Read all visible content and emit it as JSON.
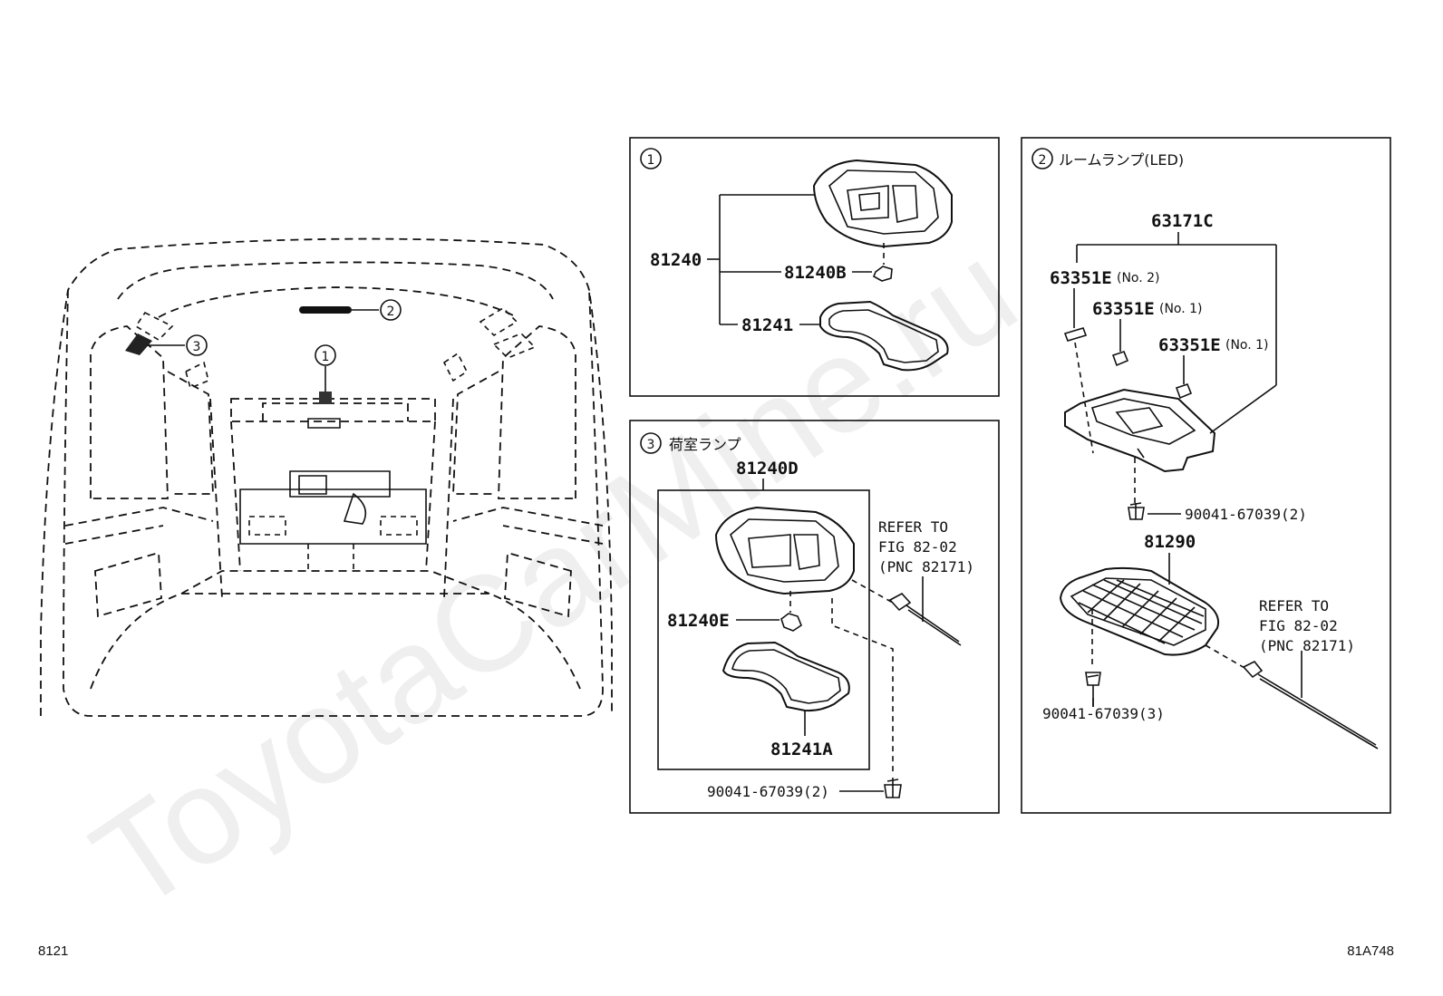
{
  "watermark": "ToyotaCarMine.ru",
  "page_code_left": "8121",
  "page_code_right": "81A748",
  "overview": {
    "callout_1": "1",
    "callout_2": "2",
    "callout_3": "3"
  },
  "panel_1": {
    "index": "1",
    "parts": {
      "p81240": "81240",
      "p81240B": "81240B",
      "p81241": "81241"
    }
  },
  "panel_2": {
    "index": "2",
    "title": "ルームランプ(LED)",
    "parts": {
      "p63171C": "63171C",
      "p63351E_no2": "63351E",
      "p63351E_no2_note": "(No. 2)",
      "p63351E_no1a": "63351E",
      "p63351E_no1a_note": "(No. 1)",
      "p63351E_no1b": "63351E",
      "p63351E_no1b_note": "(No. 1)",
      "screw_top": "90041-67039(2)",
      "p81290": "81290",
      "screw_bottom": "90041-67039(3)",
      "refer_1": "REFER TO",
      "refer_2": "FIG 82-02",
      "refer_3": "(PNC 82171)"
    }
  },
  "panel_3": {
    "index": "3",
    "title": "荷室ランプ",
    "parts": {
      "p81240D": "81240D",
      "p81240E": "81240E",
      "p81241A": "81241A",
      "screw": "90041-67039(2)",
      "refer_1": "REFER TO",
      "refer_2": "FIG 82-02",
      "refer_3": "(PNC 82171)"
    }
  }
}
